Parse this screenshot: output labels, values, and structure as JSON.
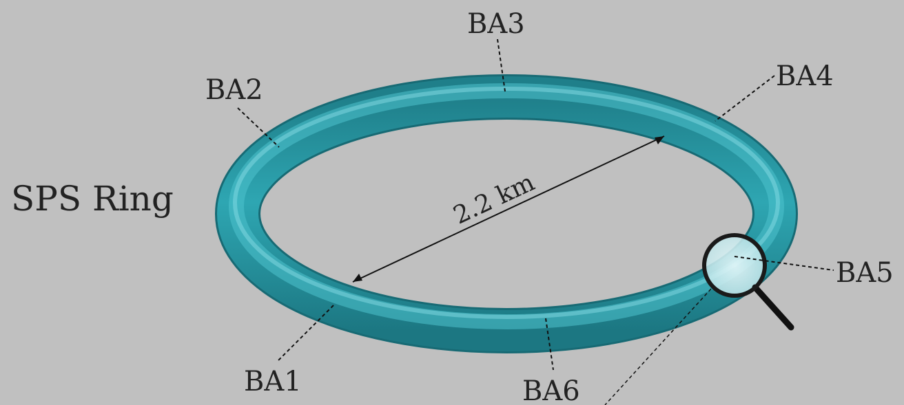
{
  "title": "SPS Ring",
  "diameter_label": "2.2 km",
  "access_points": [
    {
      "id": "ba1",
      "label": "BA1"
    },
    {
      "id": "ba2",
      "label": "BA2"
    },
    {
      "id": "ba3",
      "label": "BA3"
    },
    {
      "id": "ba4",
      "label": "BA4"
    },
    {
      "id": "ba5",
      "label": "BA5"
    },
    {
      "id": "ba6",
      "label": "BA6"
    }
  ],
  "colors": {
    "background": "#c0c0c0",
    "ring": "#2a9aa6",
    "ring_highlight": "#6fd3dc",
    "text": "#222222"
  },
  "icons": {
    "magnifier": "magnifying-glass-icon"
  }
}
